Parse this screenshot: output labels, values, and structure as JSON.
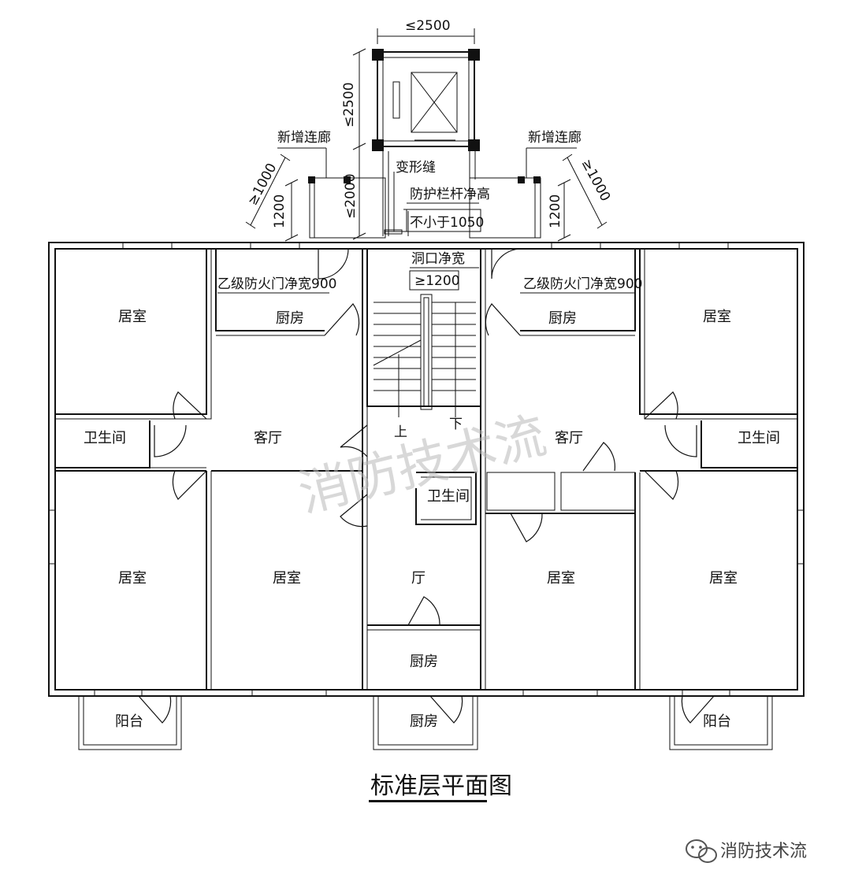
{
  "title": "标准层平面图",
  "dimensions": {
    "elevator_width": "≤2500",
    "elevator_depth": "≤2500",
    "corridor_length": "≤2000",
    "corridor_width_left": "≥1000",
    "corridor_width_right": "≥1000",
    "rail_height_left": "1200",
    "rail_height_right": "1200"
  },
  "notes": {
    "new_corridor_left": "新增连廊",
    "new_corridor_right": "新增连廊",
    "deformation_joint": "变形缝",
    "railing_line1": "防护栏杆净高",
    "railing_line2": "不小于1050",
    "opening_line1": "洞口净宽",
    "opening_line2": "≥1200",
    "fire_door_left": "乙级防火门净宽900",
    "fire_door_right": "乙级防火门净宽900",
    "stair_up": "上",
    "stair_down": "下"
  },
  "rooms": {
    "bedroom_top_left": "居室",
    "kitchen_left": "厨房",
    "kitchen_right": "厨房",
    "bedroom_top_right": "居室",
    "bath_left": "卫生间",
    "living_left": "客厅",
    "living_right": "客厅",
    "bath_right": "卫生间",
    "bath_center": "卫生间",
    "bedroom_bottom_1": "居室",
    "bedroom_bottom_2": "居室",
    "hall_center": "厅",
    "bedroom_bottom_3": "居室",
    "bedroom_bottom_4": "居室",
    "kitchen_center": "厨房",
    "balcony_left": "阳台",
    "kitchen_bottom": "厨房",
    "balcony_right": "阳台"
  },
  "watermark": "消防技术流",
  "brand": "消防技术流",
  "brand_icon": "wechat-icon"
}
